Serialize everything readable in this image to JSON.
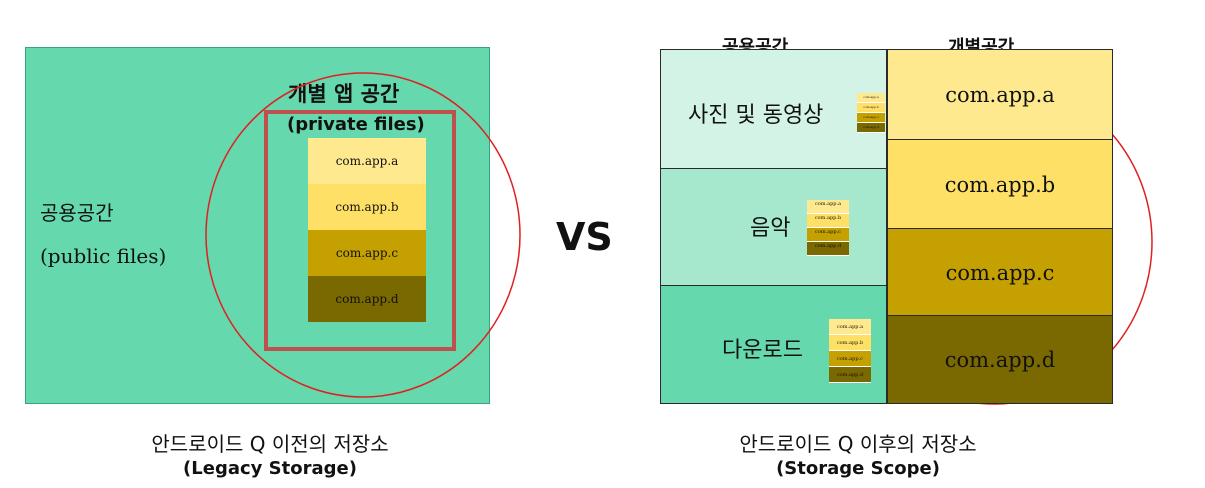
{
  "left": {
    "private_title": "개별 앱 공간",
    "private_sub": "(private files)",
    "public_title": "공용공간",
    "public_sub": "(public files)",
    "apps": [
      "com.app.a",
      "com.app.b",
      "com.app.c",
      "com.app.d"
    ],
    "caption": "안드로이드 Q 이전의 저장소",
    "caption_sub": "(Legacy Storage)"
  },
  "vs": "VS",
  "right": {
    "head_public": "공용공간",
    "head_private": "개별공간",
    "public_cells": [
      "사진 및 동영상",
      "음악",
      "다운로드"
    ],
    "apps": [
      "com.app.a",
      "com.app.b",
      "com.app.c",
      "com.app.d"
    ],
    "caption": "안드로이드 Q 이후의 저장소",
    "caption_sub": "(Storage Scope)"
  },
  "colors": {
    "panel": "#65d8ae",
    "app_a": "#ffe98f",
    "app_b": "#ffe066",
    "app_c": "#c4a100",
    "app_d": "#7a6800",
    "ring": "#e02020",
    "redbox": "#c0504d"
  }
}
